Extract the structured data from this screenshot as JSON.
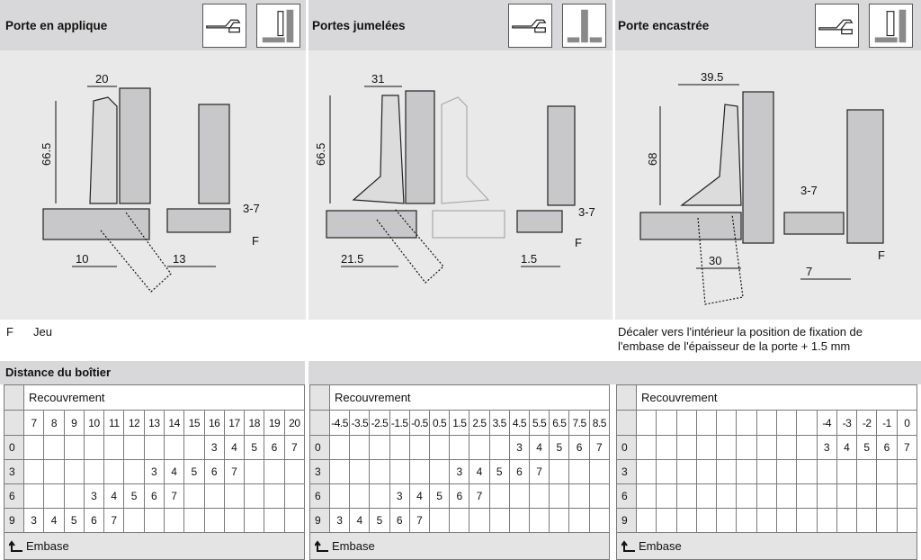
{
  "panels": [
    {
      "title": "Porte en applique"
    },
    {
      "title": "Portes jumelées"
    },
    {
      "title": "Porte encastrée"
    }
  ],
  "dims": {
    "p1": {
      "top": "20",
      "height": "66.5",
      "gap": "3-7",
      "f": "F",
      "left": "10",
      "right": "13"
    },
    "p2": {
      "top": "31",
      "height": "66.5",
      "gap": "3-7",
      "f": "F",
      "left": "21.5",
      "right": "1.5"
    },
    "p3": {
      "top": "39.5",
      "height": "68",
      "gap": "3-7",
      "f": "F",
      "bottom": "30",
      "right": "7"
    }
  },
  "legend": {
    "symbol": "F",
    "label": "Jeu"
  },
  "note_encastree": {
    "line1": "Décaler vers l'intérieur la position de fixation de",
    "line2": "l'embase de l'épaisseur de la porte + 1.5 mm"
  },
  "section_title": "Distance du boîtier",
  "tables": [
    {
      "caption": "Recouvrement",
      "columns": [
        "7",
        "8",
        "9",
        "10",
        "11",
        "12",
        "13",
        "14",
        "15",
        "16",
        "17",
        "18",
        "19",
        "20"
      ],
      "rows": [
        {
          "label": "0",
          "cells": [
            "",
            "",
            "",
            "",
            "",
            "",
            "",
            "",
            "",
            "3",
            "4",
            "5",
            "6",
            "7"
          ]
        },
        {
          "label": "3",
          "cells": [
            "",
            "",
            "",
            "",
            "",
            "",
            "3",
            "4",
            "5",
            "6",
            "7",
            "",
            "",
            ""
          ]
        },
        {
          "label": "6",
          "cells": [
            "",
            "",
            "",
            "3",
            "4",
            "5",
            "6",
            "7",
            "",
            "",
            "",
            "",
            "",
            ""
          ]
        },
        {
          "label": "9",
          "cells": [
            "3",
            "4",
            "5",
            "6",
            "7",
            "",
            "",
            "",
            "",
            "",
            "",
            "",
            "",
            ""
          ]
        }
      ],
      "footer": "Embase"
    },
    {
      "caption": "Recouvrement",
      "columns": [
        "-4.5",
        "-3.5",
        "-2.5",
        "-1.5",
        "-0.5",
        "0.5",
        "1.5",
        "2.5",
        "3.5",
        "4.5",
        "5.5",
        "6.5",
        "7.5",
        "8.5"
      ],
      "rows": [
        {
          "label": "0",
          "cells": [
            "",
            "",
            "",
            "",
            "",
            "",
            "",
            "",
            "",
            "3",
            "4",
            "5",
            "6",
            "7"
          ]
        },
        {
          "label": "3",
          "cells": [
            "",
            "",
            "",
            "",
            "",
            "",
            "3",
            "4",
            "5",
            "6",
            "7",
            "",
            "",
            ""
          ]
        },
        {
          "label": "6",
          "cells": [
            "",
            "",
            "",
            "3",
            "4",
            "5",
            "6",
            "7",
            "",
            "",
            "",
            "",
            "",
            ""
          ]
        },
        {
          "label": "9",
          "cells": [
            "3",
            "4",
            "5",
            "6",
            "7",
            "",
            "",
            "",
            "",
            "",
            "",
            "",
            "",
            ""
          ]
        }
      ],
      "footer": "Embase"
    },
    {
      "caption": "Recouvrement",
      "columns": [
        "",
        "",
        "",
        "",
        "",
        "",
        "",
        "",
        "",
        "-4",
        "-3",
        "-2",
        "-1",
        "0"
      ],
      "rows": [
        {
          "label": "0",
          "cells": [
            "",
            "",
            "",
            "",
            "",
            "",
            "",
            "",
            "",
            "3",
            "4",
            "5",
            "6",
            "7"
          ]
        },
        {
          "label": "3",
          "cells": [
            "",
            "",
            "",
            "",
            "",
            "",
            "",
            "",
            "",
            "",
            "",
            "",
            "",
            ""
          ]
        },
        {
          "label": "6",
          "cells": [
            "",
            "",
            "",
            "",
            "",
            "",
            "",
            "",
            "",
            "",
            "",
            "",
            "",
            ""
          ]
        },
        {
          "label": "9",
          "cells": [
            "",
            "",
            "",
            "",
            "",
            "",
            "",
            "",
            "",
            "",
            "",
            "",
            "",
            ""
          ]
        }
      ],
      "footer": "Embase"
    }
  ]
}
